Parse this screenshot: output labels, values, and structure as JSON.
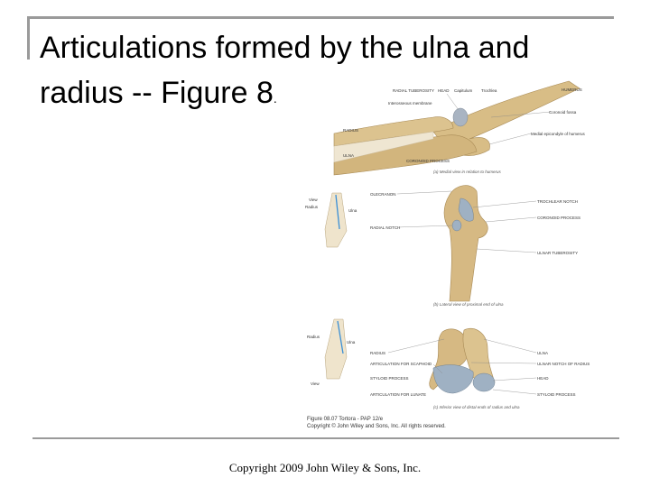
{
  "slide": {
    "title_line1": "Articulations formed by the ulna and",
    "title_line2": "radius -- Figure 8",
    "title_dot": ".",
    "copyright": "Copyright 2009 John Wiley & Sons, Inc."
  },
  "figure": {
    "panel_a": {
      "labels": {
        "radial_tuberosity": "RADIAL TUBEROSITY",
        "head": "HEAD",
        "capitulum": "Capitulum",
        "trochlea": "Trochlea",
        "humerus": "HUMERUS",
        "interosseous_membrane": "Interosseous membrane",
        "coronoid_fossa": "Coronoid fossa",
        "radius": "RADIUS",
        "medial_epicondyle": "Medial epicondyle of humerus",
        "ulna": "ULNA",
        "coronoid_process": "CORONOID PROCESS"
      },
      "caption": "(a) Medial view in relation to humerus"
    },
    "panel_b": {
      "labels": {
        "olecranon": "OLECRANON",
        "trochlear_notch": "TROCHLEAR NOTCH",
        "coronoid_process": "CORONOID PROCESS",
        "radial_notch": "RADIAL NOTCH",
        "ulnar_tuberosity": "ULNAR TUBEROSITY"
      },
      "inset": {
        "view": "View",
        "radius": "Radius",
        "ulna": "Ulna"
      },
      "caption": "(b) Lateral view of proximal end of ulna"
    },
    "panel_c": {
      "labels": {
        "radius": "RADIUS",
        "ulna": "ULNA",
        "articulation_scaphoid": "ARTICULATION FOR SCAPHOID",
        "ulnar_notch": "ULNAR NOTCH OF RADIUS",
        "styloid_process_left": "STYLOID PROCESS",
        "head": "HEAD",
        "articulation_lunate": "ARTICULATION FOR LUNATE",
        "styloid_process_right": "STYLOID PROCESS"
      },
      "inset": {
        "radius": "Radius",
        "ulna": "Ulna",
        "view": "View"
      },
      "caption": "(c) Inferior view of distal ends of radius and ulna"
    },
    "credit_line1": "Figure 08.07 Tortora - PAP 12/e",
    "credit_line2": "Copyright © John Wiley and Sons, Inc. All rights reserved."
  }
}
